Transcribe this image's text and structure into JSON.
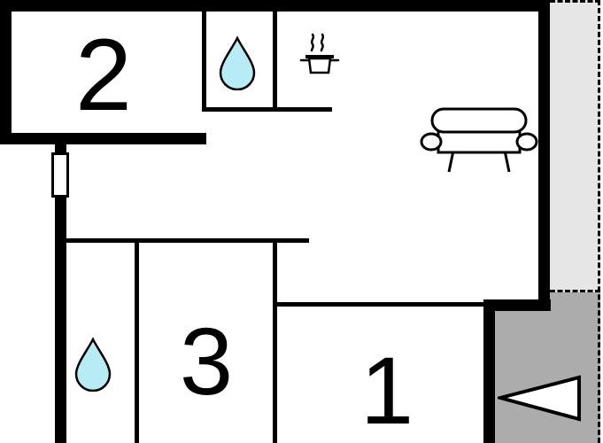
{
  "plan": {
    "room_labels": {
      "room2": "2",
      "room3": "3",
      "room1": "1"
    },
    "icons": {
      "bath_top": "water-drop-icon",
      "bath_bottom": "water-drop-icon",
      "kitchen": "cooking-pot-icon",
      "living_room": "sofa-icon",
      "entrance": "entrance-arrow-icon"
    },
    "colors": {
      "wall": "#000000",
      "background": "#ffffff",
      "water_drop_fill": "#b8ecf4",
      "terrace_light": "#e6e6e6",
      "terrace_dark": "#acacac",
      "entrance_arrow_fill": "#ffffff"
    }
  }
}
